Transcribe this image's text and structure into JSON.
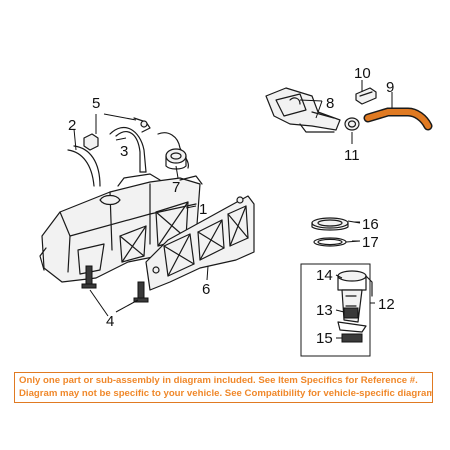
{
  "callouts": {
    "c1": "1",
    "c2": "2",
    "c3": "3",
    "c4": "4",
    "c5": "5",
    "c6": "6",
    "c7": "7",
    "c8": "8",
    "c9": "9",
    "c10": "10",
    "c11": "11",
    "c12": "12",
    "c13": "13",
    "c14": "14",
    "c15": "15",
    "c16": "16",
    "c17": "17"
  },
  "disclaimer": {
    "line1": "Only one part or sub-assembly in diagram included. See Item Specifics for Reference #.",
    "line2": "Diagram may not be specific to your vehicle. See Compatibility for vehicle-specific diagrams.",
    "border_color": "#e07a22",
    "text_color": "#f0882a"
  },
  "highlight": {
    "part_number": "9",
    "color": "#e07a22"
  }
}
